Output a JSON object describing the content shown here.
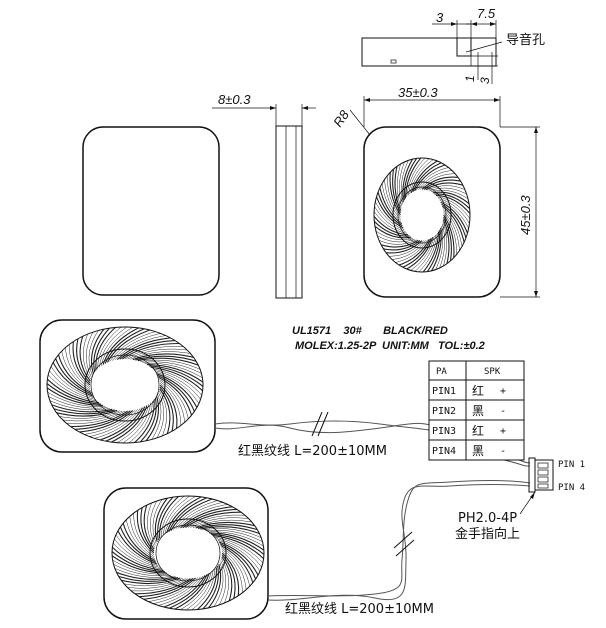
{
  "dimensions": {
    "top_width_3": "3",
    "top_width_7_5": "7.5",
    "sound_hole": "导音孔",
    "top_height_1": "1",
    "top_height_3": "3",
    "thickness": "8±0.3",
    "width": "35±0.3",
    "height": "45±0.3",
    "radius": "R8"
  },
  "notes": {
    "line1": "UL1571    30#       BLACK/RED",
    "line2": "MOLEX:1.25-2P  UNIT:MM   TOL:±0.2"
  },
  "pin_table": {
    "headers": [
      "PA",
      "SPK"
    ],
    "rows": [
      {
        "pin": "PIN1",
        "color": "红",
        "sign": "+"
      },
      {
        "pin": "PIN2",
        "color": "黑",
        "sign": "-"
      },
      {
        "pin": "PIN3",
        "color": "红",
        "sign": "+"
      },
      {
        "pin": "PIN4",
        "color": "黑",
        "sign": "-"
      }
    ]
  },
  "connector": {
    "pin1": "PIN 1",
    "pin4": "PIN 4",
    "model": "PH2.0-4P",
    "orientation": "金手指向上"
  },
  "wires": {
    "upper": "红黑纹线 L=200±10MM",
    "lower": "红黑纹线 L=200±10MM"
  }
}
